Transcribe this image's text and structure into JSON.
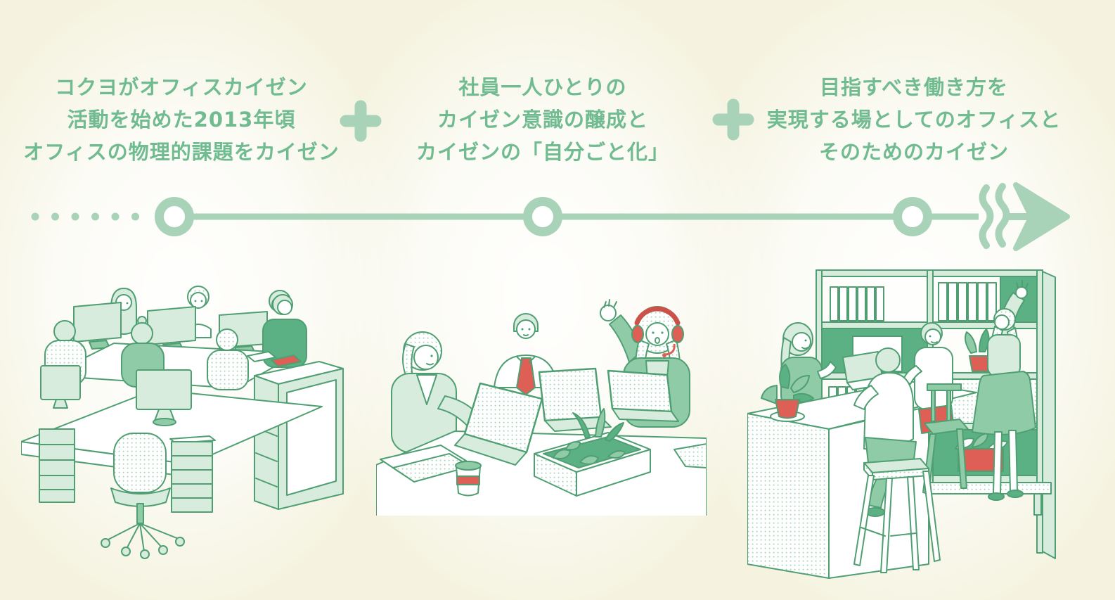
{
  "figure": {
    "kind": "office-kaizen-evolution-timeline",
    "language": "ja",
    "colors": {
      "background": "#f5f3e0",
      "halo": "#fdfdf7",
      "caption_text": "#71bb90",
      "timeline_green": "#a8d3b9",
      "illustration_line": "#4f9f73",
      "illustration_fill_light": "#d8ecdd",
      "illustration_fill_mid": "#8fcba6",
      "illustration_fill_deep": "#5cb184",
      "accent_red": "#dd5f56"
    }
  },
  "stages": [
    {
      "caption_lines": [
        "コクヨがオフィスカイゼン",
        "活動を始めた2013年頃",
        "オフィスの物理的課題をカイゼン"
      ],
      "illustration": "open-plan-office-desks-with-monitors"
    },
    {
      "caption_lines": [
        "社員一人ひとりの",
        "カイゼン意識の醸成と",
        "カイゼンの「自分ごと化」"
      ],
      "illustration": "meeting-table-with-laptops-and-planter"
    },
    {
      "caption_lines": [
        "目指すべき働き方を",
        "実現する場としてのオフィスと",
        "そのためのカイゼン"
      ],
      "illustration": "bookshelf-high-counter-collaboration"
    }
  ],
  "connectors": [
    {
      "symbol": "plus-icon"
    },
    {
      "symbol": "plus-icon"
    }
  ],
  "timeline": {
    "leading_dot_count": 6,
    "node_count": 3,
    "has_break_mark": true,
    "arrow_direction": "right"
  }
}
